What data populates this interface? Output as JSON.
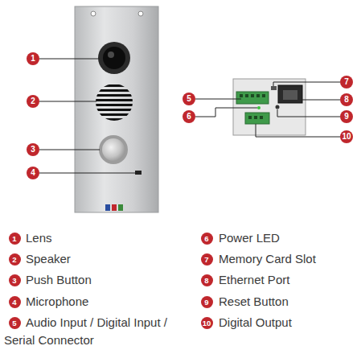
{
  "diagram": {
    "labels": [
      "1",
      "2",
      "3",
      "4",
      "7",
      "5",
      "8",
      "6",
      "9",
      "10",
      "1",
      "Lens",
      "6",
      "Power LED",
      "2",
      "Speaker",
      "7",
      "Memory Card Slot",
      "3",
      "Push Button",
      "8",
      "Ethernet Port",
      "4",
      "Microphone",
      "9",
      "Reset Button",
      "5",
      "Audio Input / Digital Input / Serial Connector",
      "10",
      "Digital Output"
    ]
  }
}
